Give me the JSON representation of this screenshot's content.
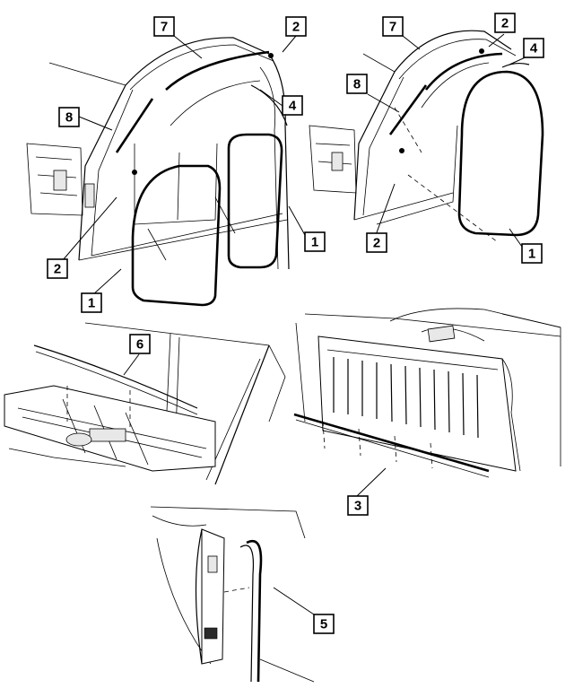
{
  "callouts": {
    "c1a": "1",
    "c1b": "1",
    "c2a": "2",
    "c2b": "2",
    "c2c": "2",
    "c2d": "2",
    "c3": "3",
    "c4a": "4",
    "c4b": "4",
    "c5": "5",
    "c6": "6",
    "c7a": "7",
    "c7b": "7",
    "c8a": "8",
    "c8b": "8"
  }
}
